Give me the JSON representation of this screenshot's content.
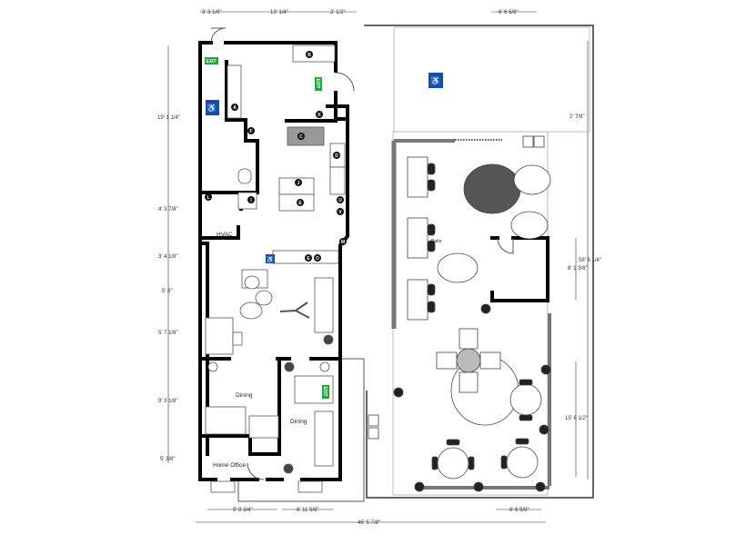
{
  "plan": {
    "room_labels": {
      "hvac": "HVAC",
      "dining_left": "Dining",
      "dining_right": "Dining",
      "home_office": "Home Office",
      "patio": "Patio"
    },
    "exit_label": "EXIT",
    "ada_icon": "wheelchair-icon",
    "markers": [
      "A",
      "B",
      "C",
      "D",
      "E",
      "F",
      "I",
      "J",
      "K",
      "L",
      "M",
      "U",
      "V",
      "E",
      "O"
    ],
    "dimensions": {
      "top_left": "3' 3 1/8\"",
      "top_mid": "13' 1/4\"",
      "top_right": "2' 1/2\"",
      "top_patio": "6' 6 5/8\"",
      "left_1": "19' 1 1/4\"",
      "left_2": "4' 3 7/8\"",
      "left_3": "3' 4 1/8\"",
      "left_4": "5' 6\"",
      "left_5": "5' 7 1/8\"",
      "left_6": "9' 3 1/8\"",
      "left_7": "5' 3/8\"",
      "bottom_1": "9' 8 3/4\"",
      "bottom_2": "6' 11 5/8\"",
      "bottom_total": "46' 5 7/8\"",
      "bottom_patio": "6' 6 5/8\"",
      "right_1": "2' 7/8\"",
      "right_2": "58' 6 1/4\"",
      "right_3": "8' 1 3/8\"",
      "right_4": "15' 6 1/2\""
    },
    "colors": {
      "wall": "#000000",
      "exit": "#1fa83a",
      "ada": "#1a4e9a"
    }
  }
}
